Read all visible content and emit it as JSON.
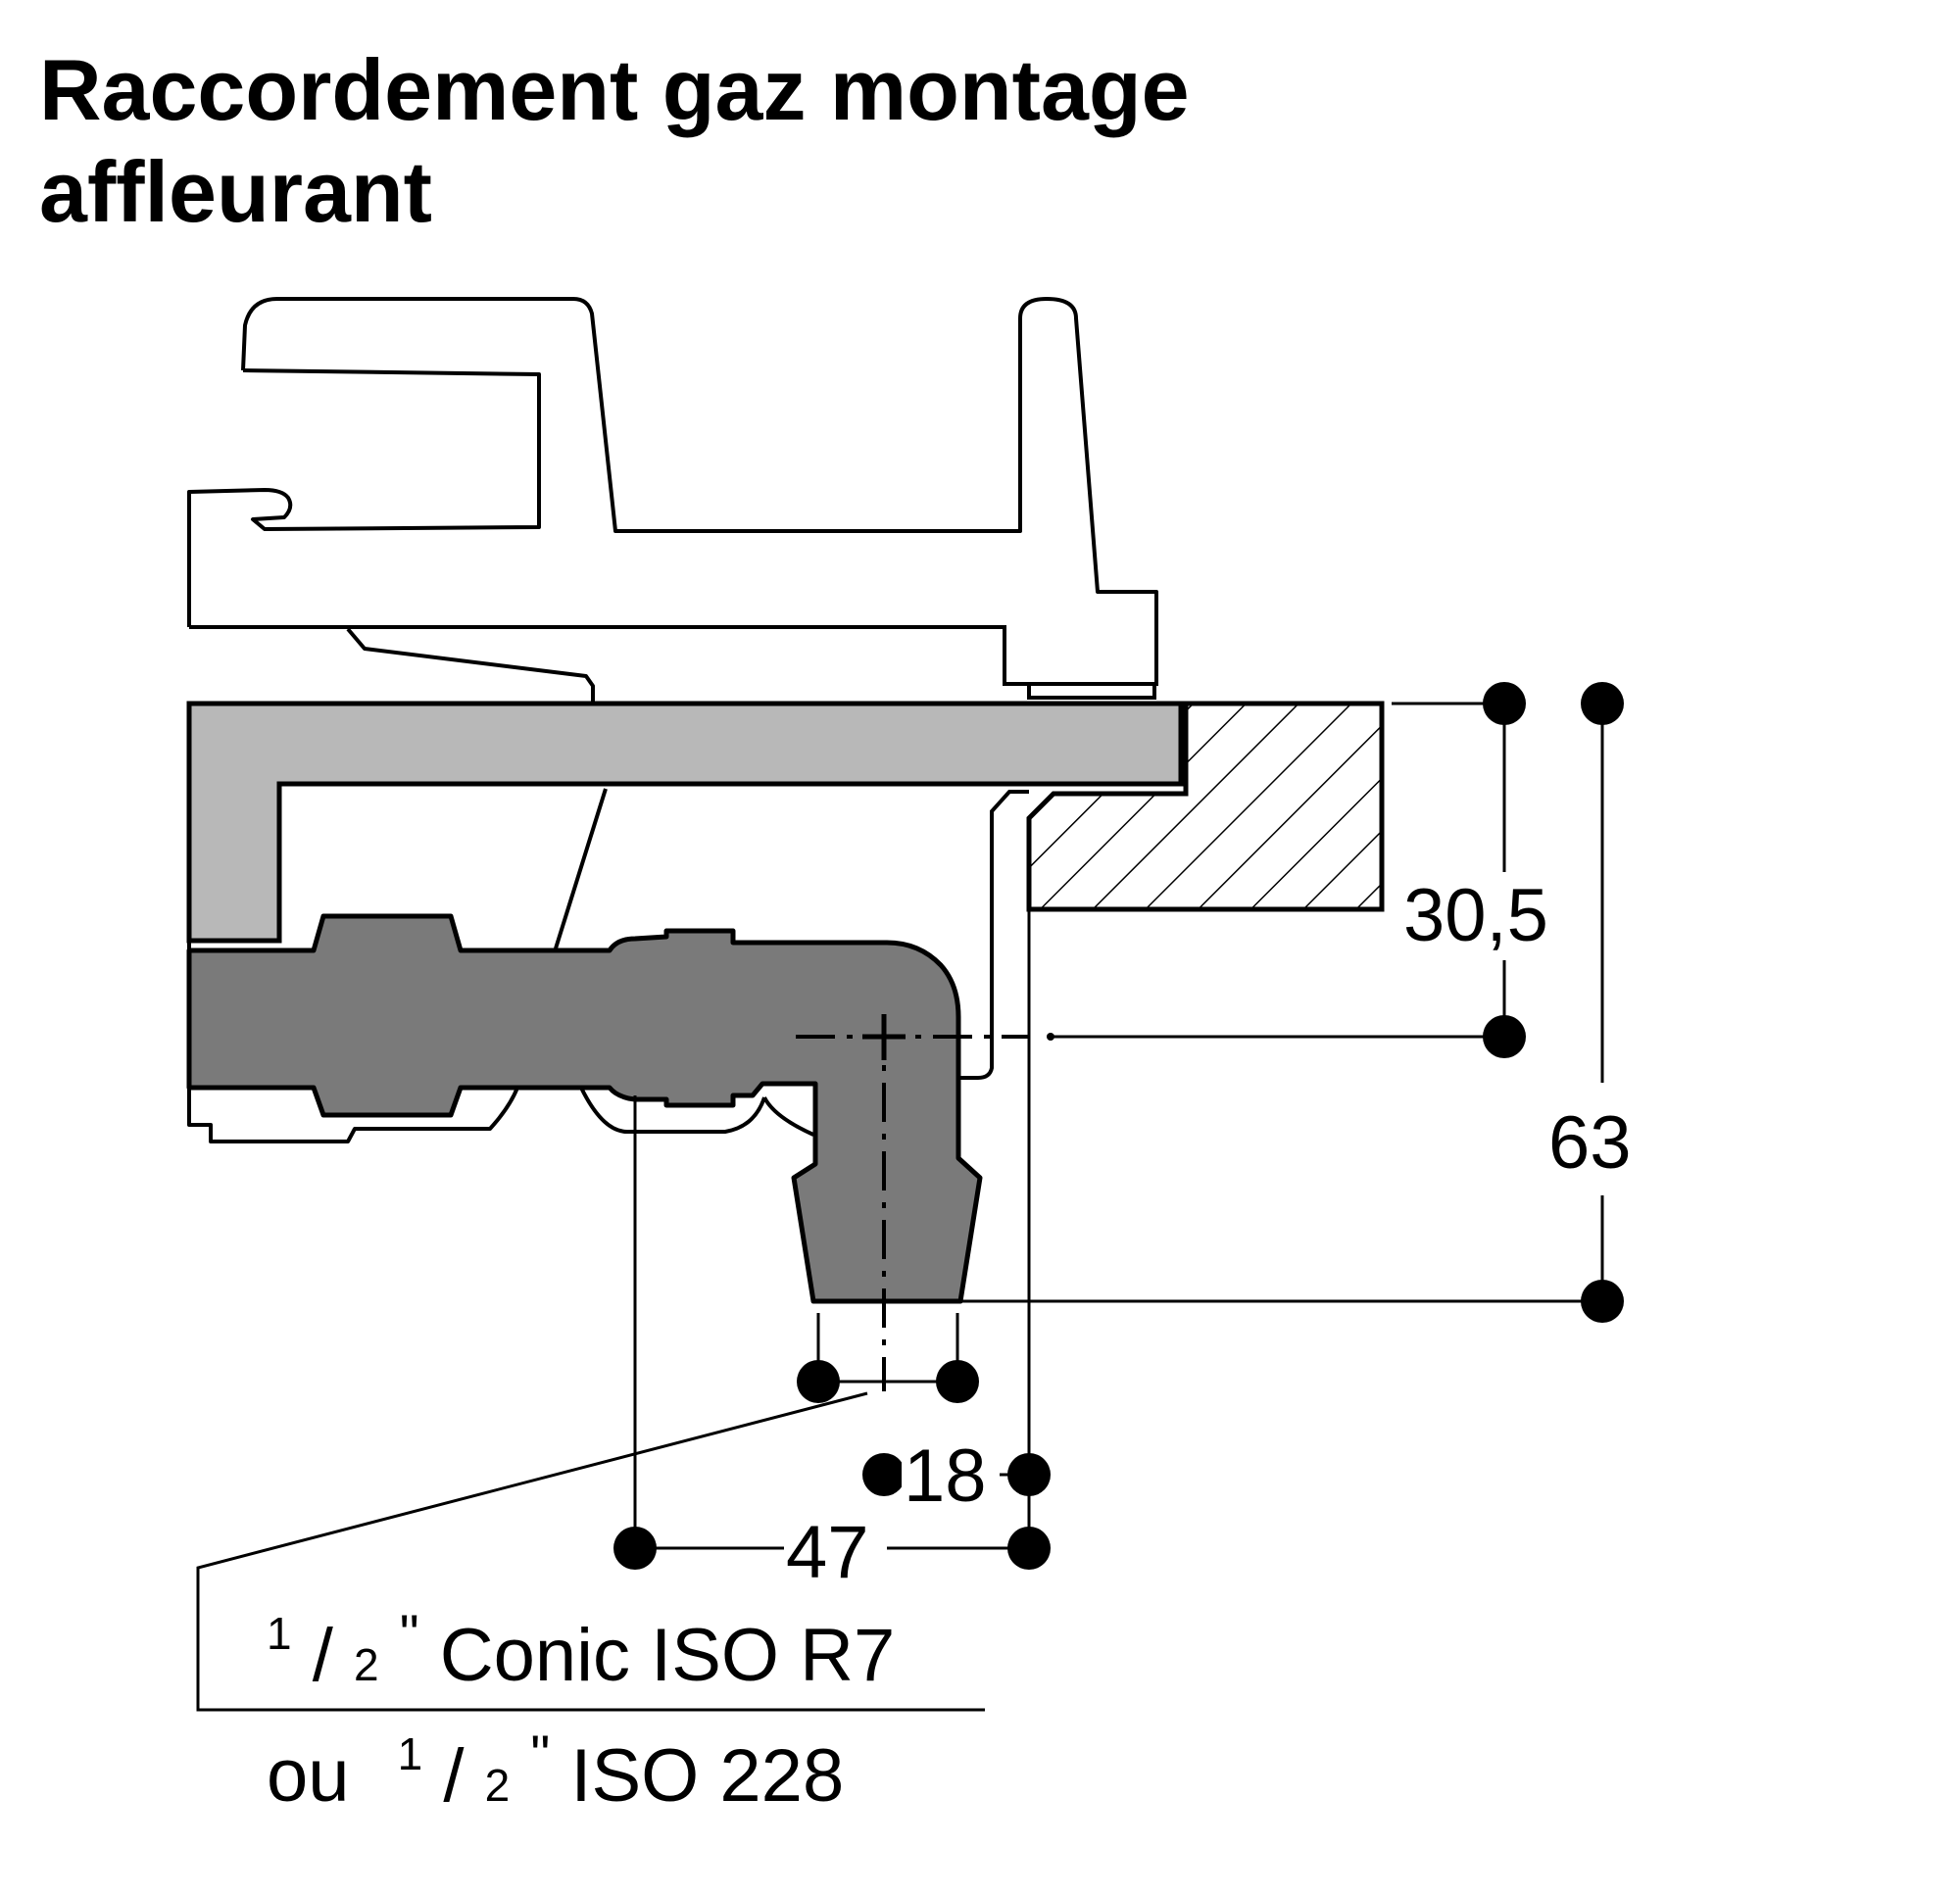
{
  "title_line1": "Raccordement gaz montage",
  "title_line2": "affleurant",
  "dimensions": {
    "d30_5": "30,5",
    "d63": "63",
    "d18": "18",
    "d47": "47"
  },
  "thread": {
    "line1": {
      "num": "1",
      "slash": "/",
      "den": "2",
      "inch": "\"",
      "text": "Conic ISO R7"
    },
    "line2": {
      "prefix": "ou",
      "num": "1",
      "slash": "/",
      "den": "2",
      "inch": "\"",
      "text": "ISO 228"
    }
  },
  "colors": {
    "frame_grey": "#b8b8b8",
    "pipe_grey": "#7a7a7a",
    "outline": "#000000"
  }
}
